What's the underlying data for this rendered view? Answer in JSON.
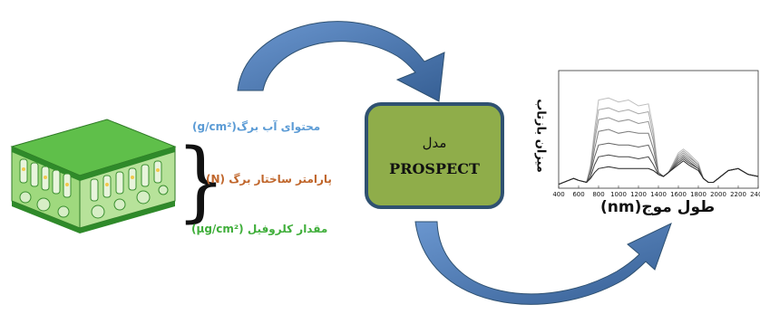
{
  "leaf_parameters": {
    "water_content": "محتوای آب برگ(g/cm²)",
    "structure_parameter": "پارامتر ساختار برگ (N)",
    "chlorophyll": "مقدار کلروفیل (μg/cm²)"
  },
  "model": {
    "title": "مدل",
    "name": "PROSPECT"
  },
  "colors": {
    "model_fill": "#8fad4a",
    "model_border": "#2f5171",
    "arrow": "#4a78b5",
    "water_text": "#5b9bd5",
    "structure_text": "#c0662b",
    "chlorophyll_text": "#3fae3a"
  },
  "icons": [
    "leaf-cross-section-icon",
    "curved-arrow-icon",
    "brace-icon"
  ],
  "chart_data": {
    "type": "line",
    "xlabel": "طول موج(nm)",
    "ylabel": "میزان بازتاب",
    "xlim": [
      400,
      2400
    ],
    "ylim": [
      0,
      0.6
    ],
    "x_ticks": [
      400,
      600,
      800,
      1000,
      1200,
      1400,
      1600,
      1800,
      2000,
      2200,
      2400
    ],
    "x": [
      400,
      500,
      550,
      600,
      680,
      720,
      760,
      800,
      900,
      1000,
      1100,
      1200,
      1300,
      1350,
      1400,
      1450,
      1500,
      1600,
      1650,
      1700,
      1800,
      1850,
      1900,
      1950,
      2000,
      2100,
      2200,
      2300,
      2400
    ],
    "series": [
      {
        "values": [
          0.02,
          0.04,
          0.05,
          0.04,
          0.03,
          0.12,
          0.3,
          0.45,
          0.46,
          0.44,
          0.45,
          0.42,
          0.43,
          0.3,
          0.08,
          0.06,
          0.08,
          0.18,
          0.2,
          0.18,
          0.13,
          0.05,
          0.03,
          0.03,
          0.05,
          0.09,
          0.1,
          0.07,
          0.06
        ]
      },
      {
        "values": [
          0.02,
          0.04,
          0.05,
          0.04,
          0.03,
          0.11,
          0.27,
          0.4,
          0.41,
          0.39,
          0.4,
          0.38,
          0.39,
          0.27,
          0.08,
          0.06,
          0.08,
          0.17,
          0.19,
          0.17,
          0.12,
          0.05,
          0.03,
          0.03,
          0.05,
          0.09,
          0.1,
          0.07,
          0.06
        ]
      },
      {
        "values": [
          0.02,
          0.04,
          0.05,
          0.04,
          0.03,
          0.1,
          0.24,
          0.35,
          0.36,
          0.34,
          0.35,
          0.33,
          0.34,
          0.24,
          0.08,
          0.06,
          0.08,
          0.16,
          0.18,
          0.16,
          0.12,
          0.05,
          0.03,
          0.03,
          0.05,
          0.09,
          0.1,
          0.07,
          0.06
        ]
      },
      {
        "values": [
          0.02,
          0.04,
          0.05,
          0.04,
          0.03,
          0.09,
          0.2,
          0.29,
          0.3,
          0.28,
          0.29,
          0.28,
          0.28,
          0.2,
          0.08,
          0.06,
          0.08,
          0.15,
          0.17,
          0.15,
          0.11,
          0.05,
          0.03,
          0.03,
          0.05,
          0.09,
          0.1,
          0.07,
          0.06
        ]
      },
      {
        "values": [
          0.02,
          0.04,
          0.05,
          0.04,
          0.03,
          0.08,
          0.16,
          0.22,
          0.23,
          0.22,
          0.22,
          0.21,
          0.22,
          0.16,
          0.08,
          0.06,
          0.08,
          0.14,
          0.16,
          0.14,
          0.1,
          0.05,
          0.03,
          0.03,
          0.05,
          0.09,
          0.1,
          0.07,
          0.06
        ]
      },
      {
        "values": [
          0.02,
          0.04,
          0.05,
          0.04,
          0.03,
          0.06,
          0.12,
          0.16,
          0.17,
          0.16,
          0.16,
          0.15,
          0.16,
          0.12,
          0.07,
          0.06,
          0.08,
          0.13,
          0.15,
          0.13,
          0.1,
          0.05,
          0.03,
          0.03,
          0.05,
          0.09,
          0.1,
          0.07,
          0.06
        ]
      },
      {
        "values": [
          0.02,
          0.04,
          0.05,
          0.04,
          0.03,
          0.05,
          0.08,
          0.1,
          0.11,
          0.1,
          0.1,
          0.1,
          0.1,
          0.09,
          0.07,
          0.06,
          0.08,
          0.12,
          0.14,
          0.12,
          0.09,
          0.05,
          0.03,
          0.03,
          0.05,
          0.09,
          0.1,
          0.07,
          0.06
        ]
      }
    ]
  }
}
